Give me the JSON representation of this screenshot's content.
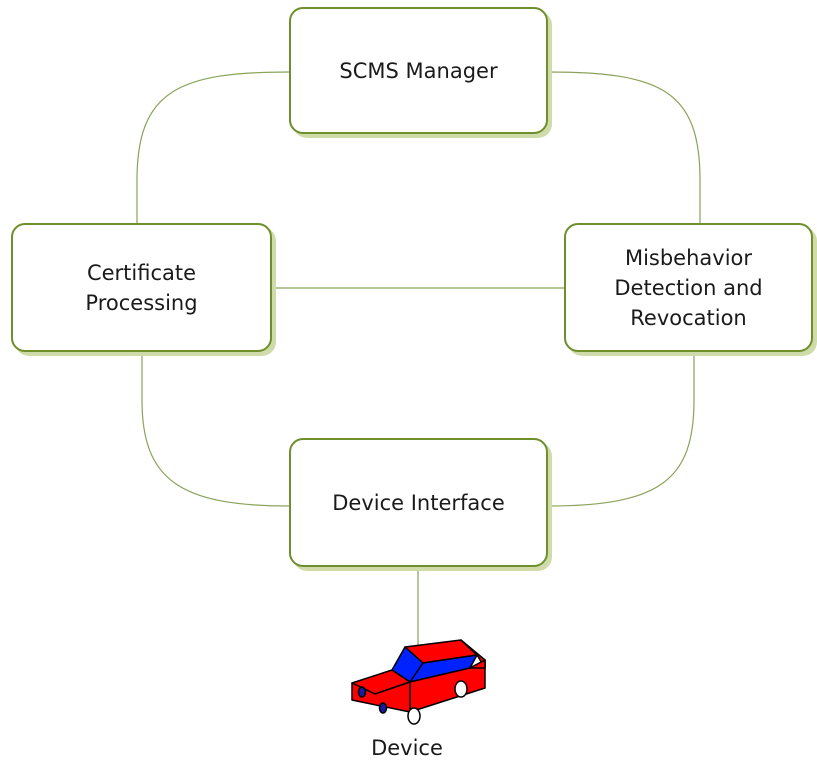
{
  "colors": {
    "box_border": "#6e8f2c",
    "box_shadow": "#cfdcaa",
    "connector": "#8aa35a",
    "car_body": "#ff0000",
    "car_windows": "#0022ff",
    "car_outline": "#000000"
  },
  "nodes": {
    "scms_manager": "SCMS Manager",
    "certificate_processing": "Certificate\nProcessing",
    "misbehavior": "Misbehavior\nDetection and\nRevocation",
    "device_interface": "Device Interface"
  },
  "device": {
    "label": "Device",
    "icon": "car-icon"
  },
  "connections": [
    [
      "scms_manager",
      "certificate_processing"
    ],
    [
      "scms_manager",
      "misbehavior"
    ],
    [
      "certificate_processing",
      "misbehavior"
    ],
    [
      "certificate_processing",
      "device_interface"
    ],
    [
      "misbehavior",
      "device_interface"
    ],
    [
      "device_interface",
      "device"
    ]
  ]
}
